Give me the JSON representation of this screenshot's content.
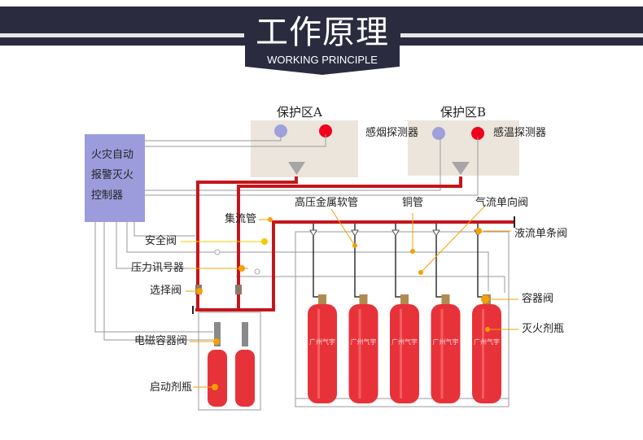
{
  "header": {
    "title_cn": "工作原理",
    "title_en": "WORKING PRINCIPLE"
  },
  "zones": {
    "a": {
      "title": "保护区A"
    },
    "b": {
      "title": "保护区B"
    }
  },
  "controller": {
    "lines": [
      "火灾自动",
      "报警灭火",
      "控制器"
    ]
  },
  "labels": {
    "smoke_detector": "感烟探测器",
    "heat_detector": "感温探测器",
    "collector_pipe": "集流管",
    "hp_hose": "高压金属软管",
    "copper_pipe": "铜管",
    "gas_check_valve": "气流单向阀",
    "liquid_check_valve": "液流单条阀",
    "safety_valve": "安全阀",
    "pressure_switch": "压力讯号器",
    "selector_valve": "选择阀",
    "solenoid_valve": "电磁容器阀",
    "pilot_cylinder": "启动剂瓶",
    "container_valve": "容器阀",
    "agent_cylinder": "灭火剂瓶"
  },
  "cylinders": {
    "brand": "广州气宇",
    "agent_count": 5,
    "pilot_count": 2
  },
  "colors": {
    "banner": "#2b2b40",
    "pipe_red": "#c4161c",
    "cylinder_red": "#e8323a",
    "callout_orange": "#f5a000",
    "controller": "#9c9cdc",
    "zone_bg": "#ece5dc",
    "smoke_dot": "#a0a0dc",
    "heat_dot": "#f0001c"
  }
}
